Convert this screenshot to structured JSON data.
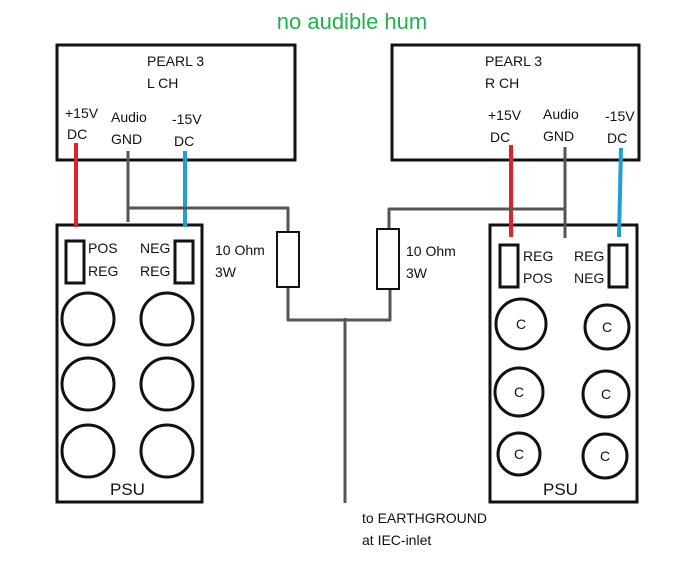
{
  "title": "no audible hum",
  "colors": {
    "title": "#22b14c",
    "positive": "#d9242a",
    "negative": "#1f9ed8",
    "ground": "#555555",
    "outline": "#111111"
  },
  "left_amp": {
    "name": "PEARL 3",
    "channel": "L CH",
    "pos": [
      "+15V",
      "DC"
    ],
    "gnd": [
      "Audio",
      "GND"
    ],
    "neg": [
      "-15V",
      "DC"
    ]
  },
  "right_amp": {
    "name": "PEARL 3",
    "channel": "R CH",
    "pos": [
      "+15V",
      "DC"
    ],
    "gnd": [
      "Audio",
      "GND"
    ],
    "neg": [
      "-15V",
      "DC"
    ]
  },
  "left_psu": {
    "label": "PSU",
    "pos_reg": [
      "POS",
      "REG"
    ],
    "neg_reg": [
      "NEG",
      "REG"
    ],
    "capacitor_label": ""
  },
  "right_psu": {
    "label": "PSU",
    "pos_reg": [
      "REG",
      "POS"
    ],
    "neg_reg": [
      "REG",
      "NEG"
    ],
    "capacitor_label": "C"
  },
  "left_resistor": [
    "10 Ohm",
    "3W"
  ],
  "right_resistor": [
    "10 Ohm",
    "3W"
  ],
  "earth": [
    "to EARTHGROUND",
    "at IEC-inlet"
  ]
}
